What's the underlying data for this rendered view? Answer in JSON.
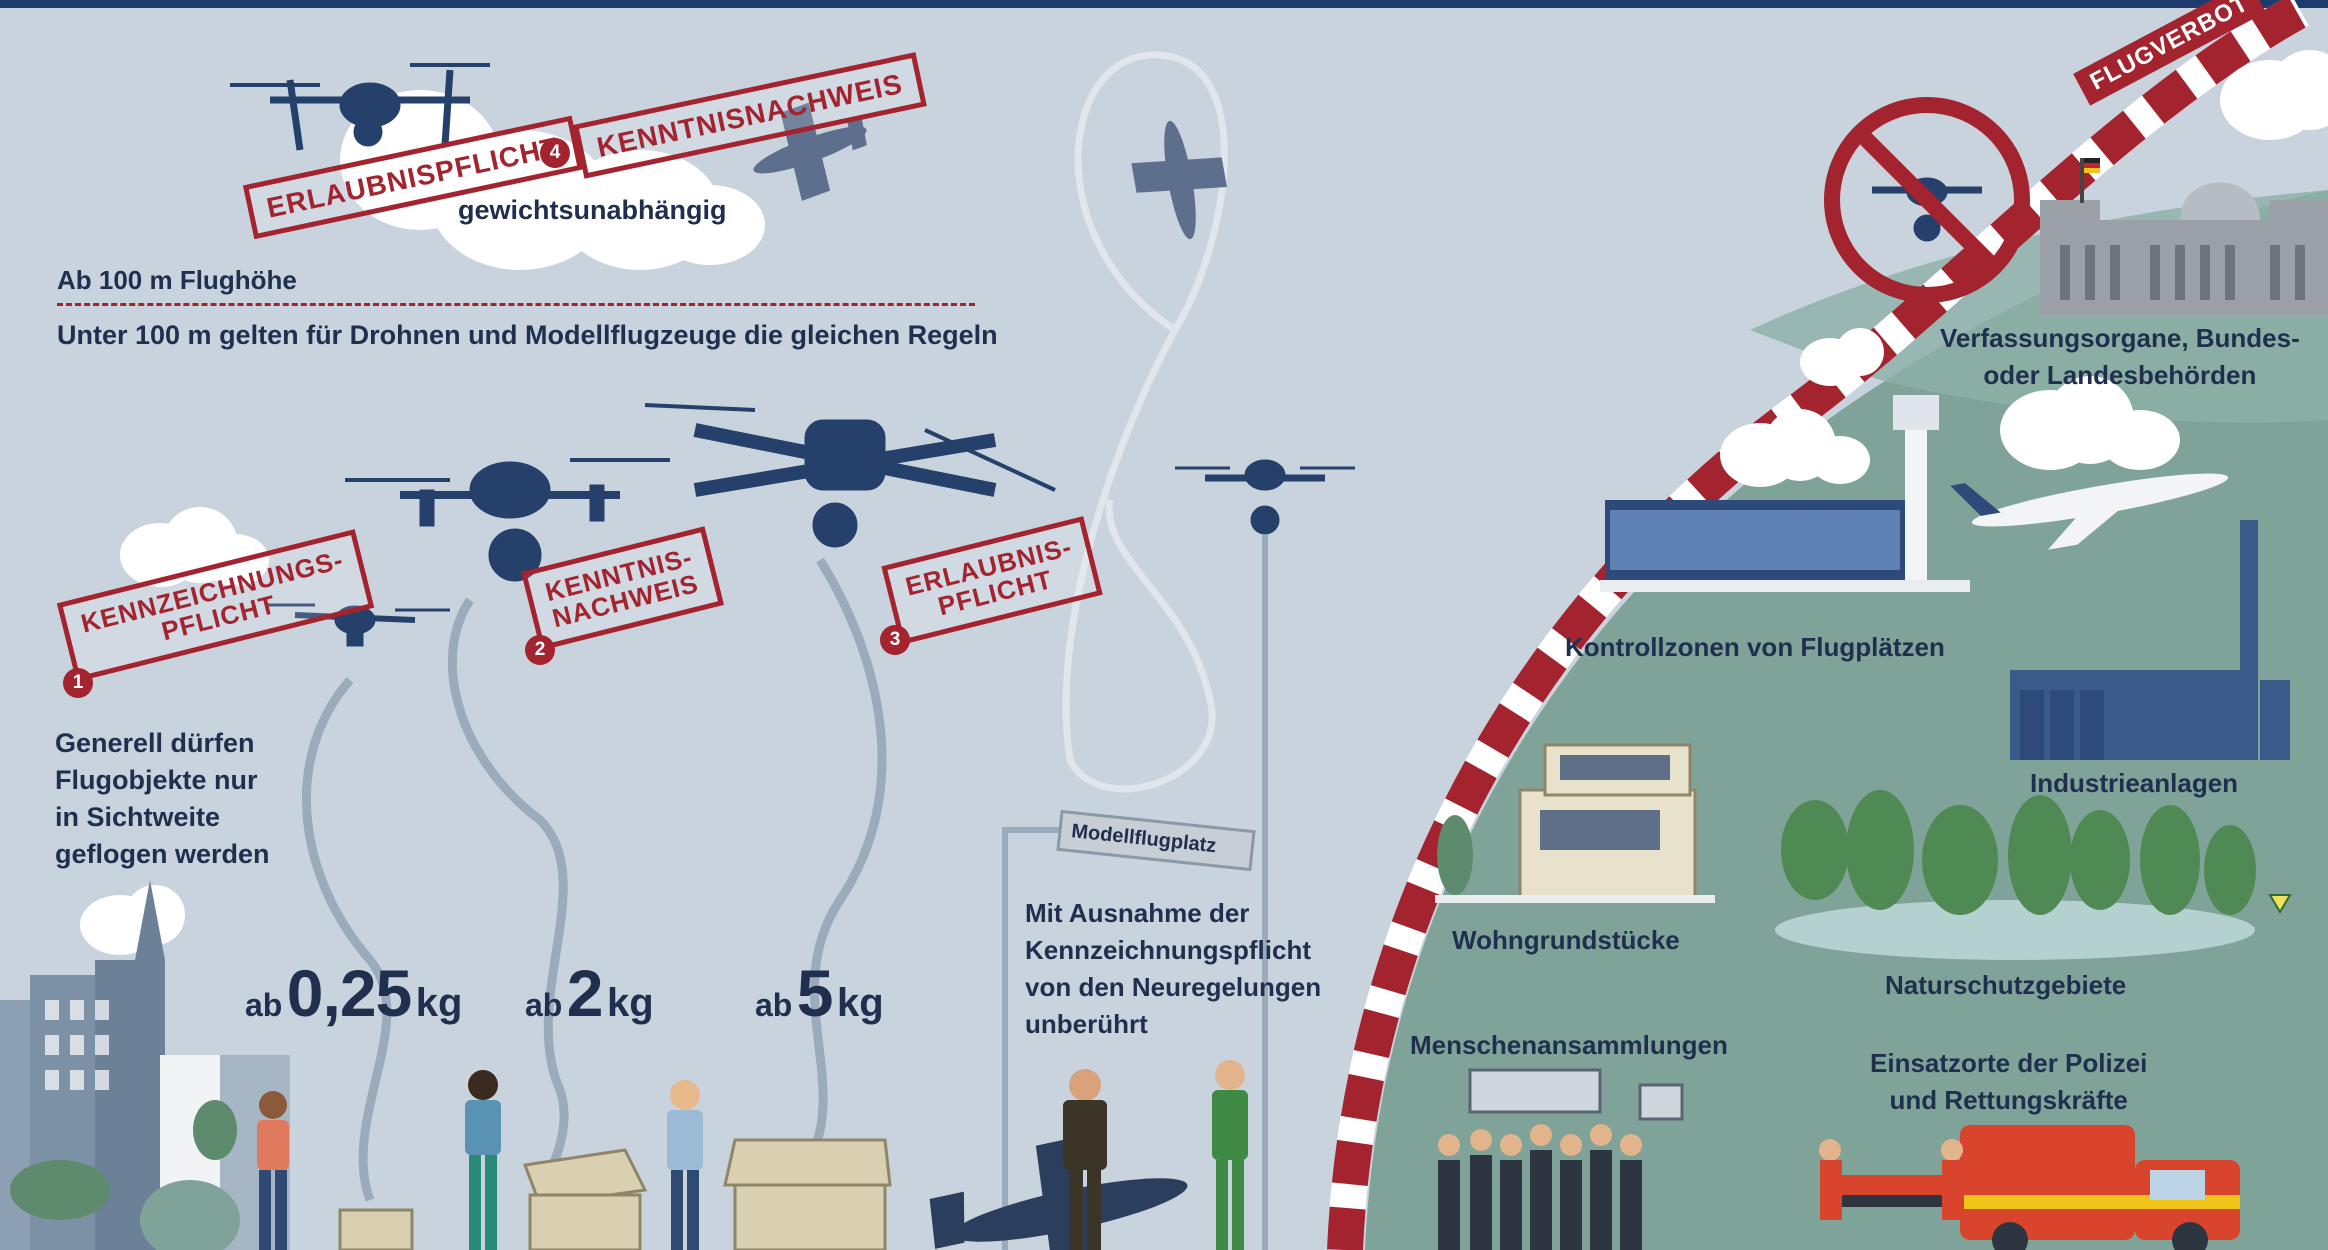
{
  "top_left": {
    "stamp_erlaubnis": "ERLAUBNISPFLICHT",
    "stamp_number": "4",
    "stamp_kenntnis": "KENNTNISNACHWEIS",
    "weight_note": "gewichtsunabhängig",
    "altitude_label": "Ab 100 m Flughöhe",
    "rule_text": "Unter 100 m gelten für Drohnen und Modellflugzeuge die gleichen Regeln"
  },
  "categories": [
    {
      "stamp": "KENNZEICHNUNGS-\nPFLICHT",
      "number": "1",
      "ab": "ab",
      "value": "0,25",
      "unit": "kg"
    },
    {
      "stamp": "KENNTNIS-\nNACHWEIS",
      "number": "2",
      "ab": "ab",
      "value": "2",
      "unit": "kg"
    },
    {
      "stamp": "ERLAUBNIS-\nPFLICHT",
      "number": "3",
      "ab": "ab",
      "value": "5",
      "unit": "kg"
    }
  ],
  "line_of_sight": "Generell dürfen\nFlugobjekte nur\nin Sichtweite\ngeflogen werden",
  "modellflugplatz": {
    "sign": "Modellflugplatz",
    "text": "Mit Ausnahme der\nKennzeichnungspflicht\nvon den Neuregelungen\nunberührt"
  },
  "no_fly": {
    "banner": "FLUGVERBOT",
    "zones": [
      "Verfassungsorgane, Bundes-\noder Landesbehörden",
      "Kontrollzonen von Flugplätzen",
      "Industrieanlagen",
      "Wohngrundstücke",
      "Naturschutzgebiete",
      "Menschenansammlungen",
      "Einsatzorte der Polizei\nund Rettungskräfte"
    ]
  },
  "colors": {
    "sky": "#c9d3de",
    "navy": "#1f2f4d",
    "red": "#a3232f",
    "green": "#7fa398",
    "cloud": "#ffffff"
  }
}
